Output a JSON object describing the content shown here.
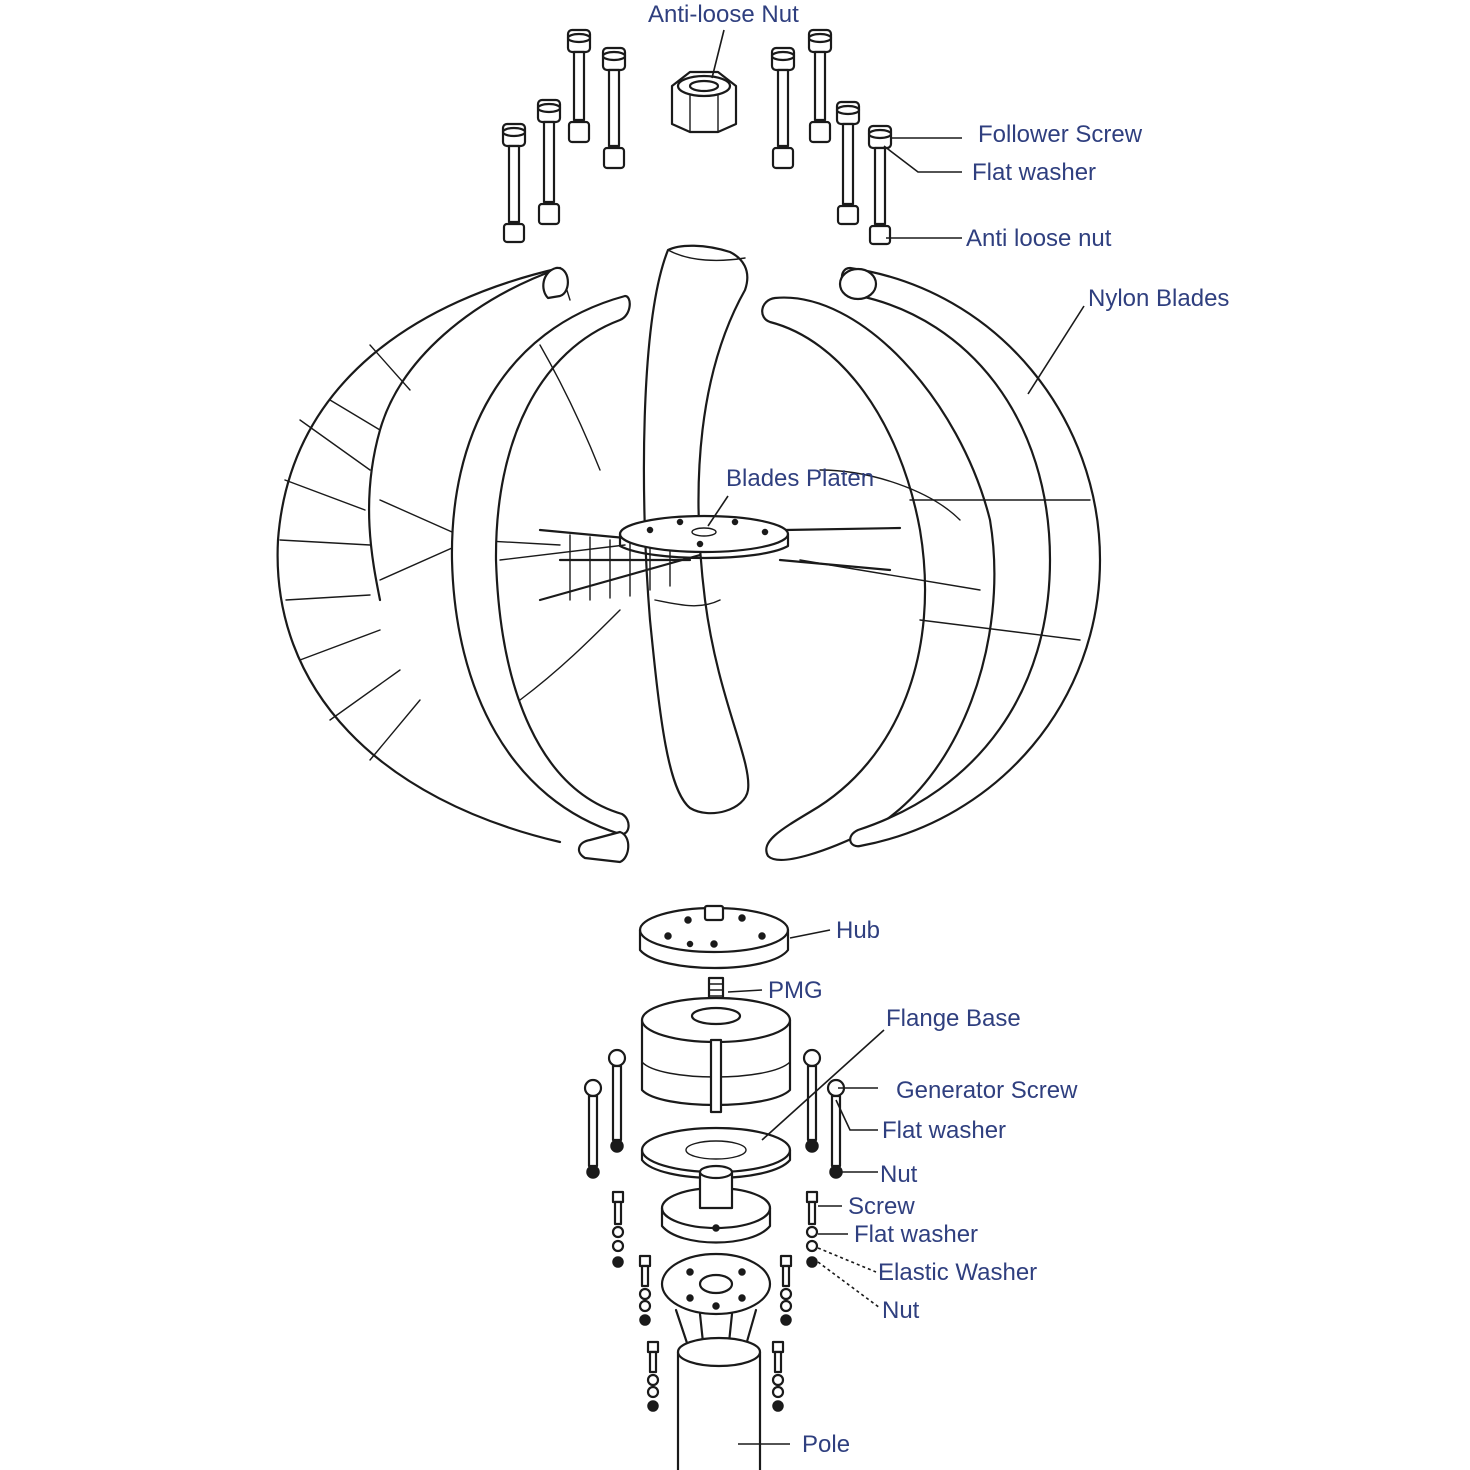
{
  "labels": {
    "anti_loose_nut_top": "Anti-loose Nut",
    "follower_screw": "Follower Screw",
    "flat_washer_top": "Flat washer",
    "anti_loose_nut_side": "Anti loose nut",
    "nylon_blades": "Nylon Blades",
    "blades_platen": "Blades Platen",
    "hub": "Hub",
    "pmg": "PMG",
    "flange_base": "Flange Base",
    "generator_screw": "Generator Screw",
    "flat_washer_mid": "Flat washer",
    "nut_mid": "Nut",
    "screw": "Screw",
    "flat_washer_low": "Flat washer",
    "elastic_washer": "Elastic Washer",
    "nut_low": "Nut",
    "pole": "Pole"
  },
  "colors": {
    "label_text": "#2f3f7f",
    "line_art": "#1a1a1a",
    "background": "#ffffff"
  }
}
